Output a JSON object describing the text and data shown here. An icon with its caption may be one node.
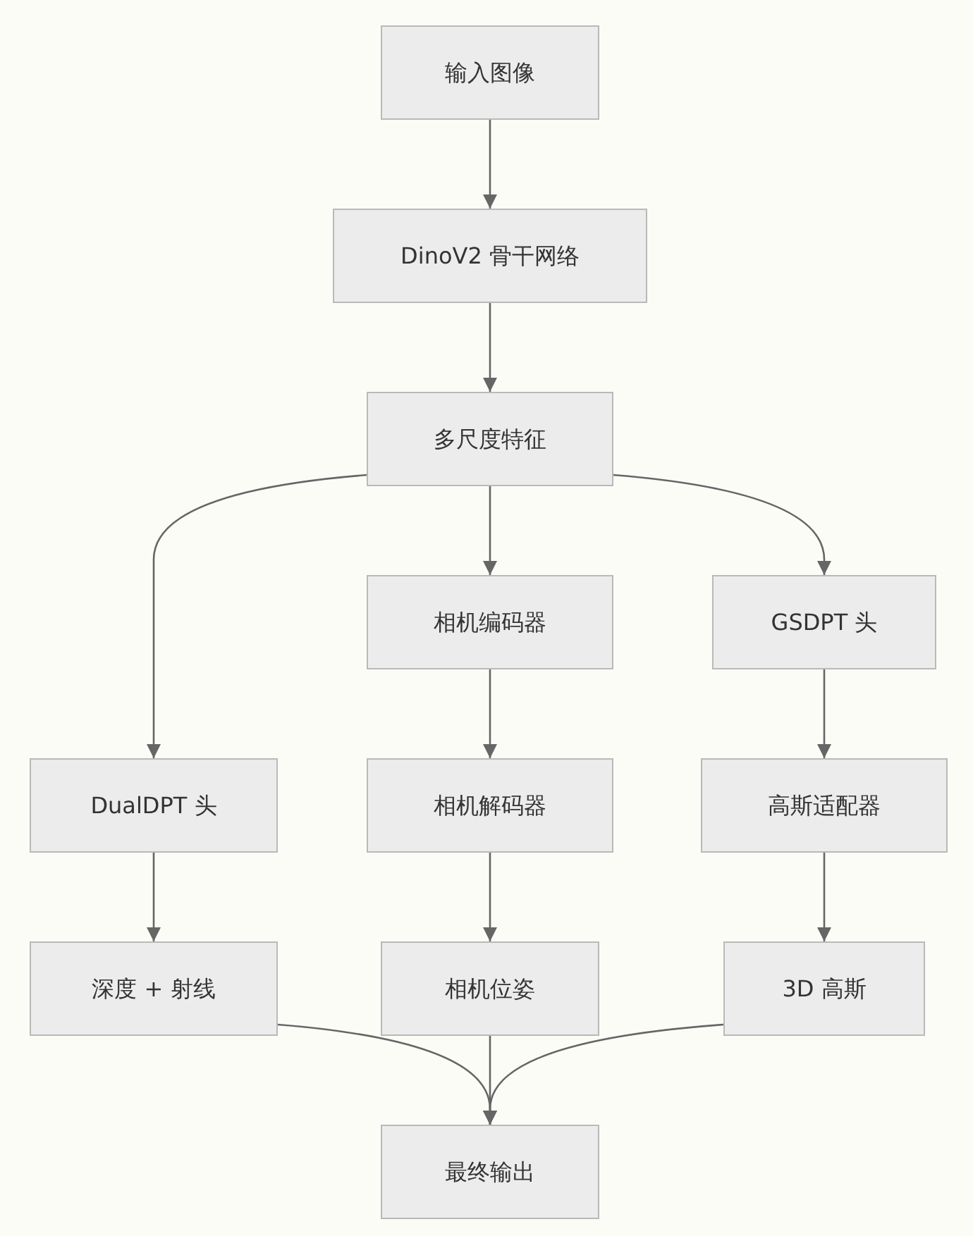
{
  "diagram": {
    "nodes": [
      {
        "text": [
          "输入图像"
        ]
      },
      {
        "text": [
          "DinoV2 骨干网络"
        ]
      },
      {
        "text": [
          "多尺度特征"
        ]
      },
      {
        "text": [
          "相机编码器"
        ]
      },
      {
        "text": [
          "GSDPT 头"
        ]
      },
      {
        "text": [
          "DualDPT 头"
        ]
      },
      {
        "text": [
          "相机解码器"
        ]
      },
      {
        "text": [
          "高斯适配器"
        ]
      },
      {
        "text": [
          "深度 + 射线"
        ]
      },
      {
        "text": [
          "相机位姿"
        ]
      },
      {
        "text": [
          "3D 高斯"
        ]
      },
      {
        "text": [
          "最终输出"
        ]
      }
    ],
    "edges": [
      {
        "from": 0,
        "to": 1,
        "arrow": "to"
      },
      {
        "from": 1,
        "to": 2,
        "arrow": "to"
      },
      {
        "from": 2,
        "to": 5,
        "arrow": "to"
      },
      {
        "from": 2,
        "to": 3,
        "arrow": "to"
      },
      {
        "from": 2,
        "to": 4,
        "arrow": "to"
      },
      {
        "from": 3,
        "to": 6,
        "arrow": "to"
      },
      {
        "from": 4,
        "to": 7,
        "arrow": "to"
      },
      {
        "from": 5,
        "to": 8,
        "arrow": "to"
      },
      {
        "from": 6,
        "to": 9,
        "arrow": "to"
      },
      {
        "from": 7,
        "to": 10,
        "arrow": "to"
      },
      {
        "from": 8,
        "to": 11,
        "arrow": "to"
      },
      {
        "from": 9,
        "to": 11,
        "arrow": "to"
      },
      {
        "from": 10,
        "to": 11,
        "arrow": "to"
      }
    ]
  }
}
